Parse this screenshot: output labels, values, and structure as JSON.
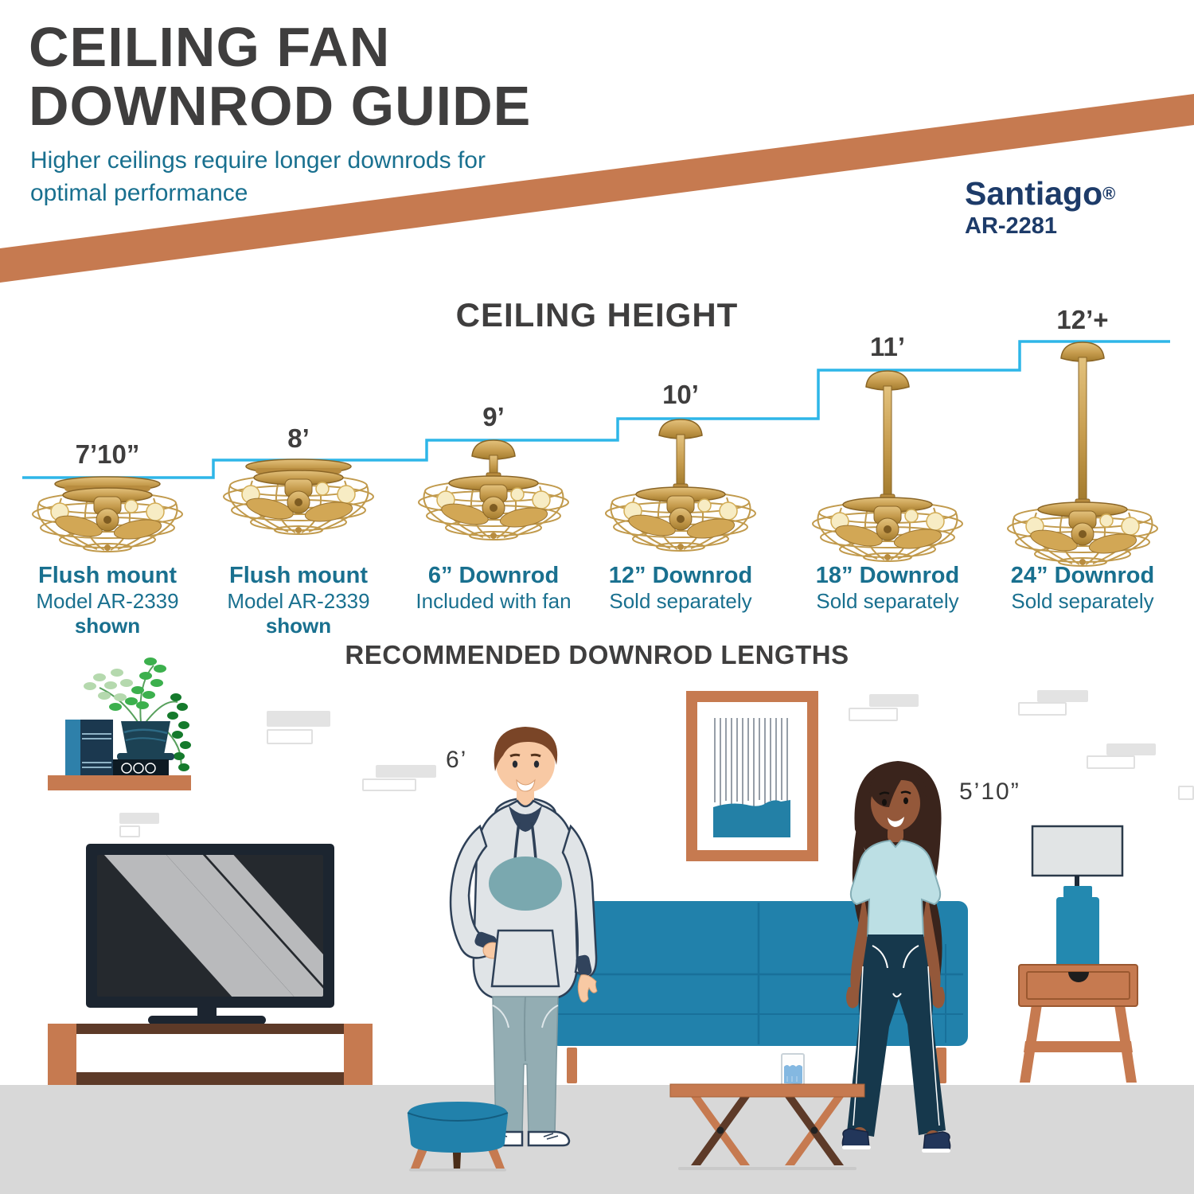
{
  "page_title": "Ceiling Fan Downrod Guide",
  "header": {
    "title_line1": "CEILING FAN",
    "title_line2": "DOWNROD GUIDE",
    "subtitle_line1": "Higher ceilings require longer downrods for",
    "subtitle_line2": "optimal performance",
    "brand": "Santiago",
    "brand_mark": "®",
    "model": "AR-2281"
  },
  "diagram": {
    "heading": "CEILING HEIGHT",
    "footer_heading": "RECOMMENDED DOWNROD LENGTHS",
    "fans": [
      {
        "height": "7’10”",
        "line1": "Flush mount",
        "line2": "Model AR-2339",
        "line3": "shown"
      },
      {
        "height": "8’",
        "line1": "Flush mount",
        "line2": "Model AR-2339",
        "line3": "shown"
      },
      {
        "height": "9’",
        "line1": "6” Downrod",
        "line2": "Included with fan",
        "line3": ""
      },
      {
        "height": "10’",
        "line1": "12” Downrod",
        "line2": "Sold separately",
        "line3": ""
      },
      {
        "height": "11’",
        "line1": "18” Downrod",
        "line2": "Sold separately",
        "line3": ""
      },
      {
        "height": "12’+",
        "line1": "24” Downrod",
        "line2": "Sold separately",
        "line3": ""
      }
    ]
  },
  "scene": {
    "man_height_label": "6’",
    "woman_height_label": "5’10”"
  },
  "colors": {
    "accent_copper": "#c67a50",
    "teal_text": "#19708f",
    "brand_navy": "#1d3b69",
    "step_line_cyan": "#2eb6e8",
    "title_charcoal": "#3f3e3e",
    "couch_teal": "#2181ab",
    "brass": "#c69c4e",
    "floor_gray": "#d8d8d8"
  }
}
